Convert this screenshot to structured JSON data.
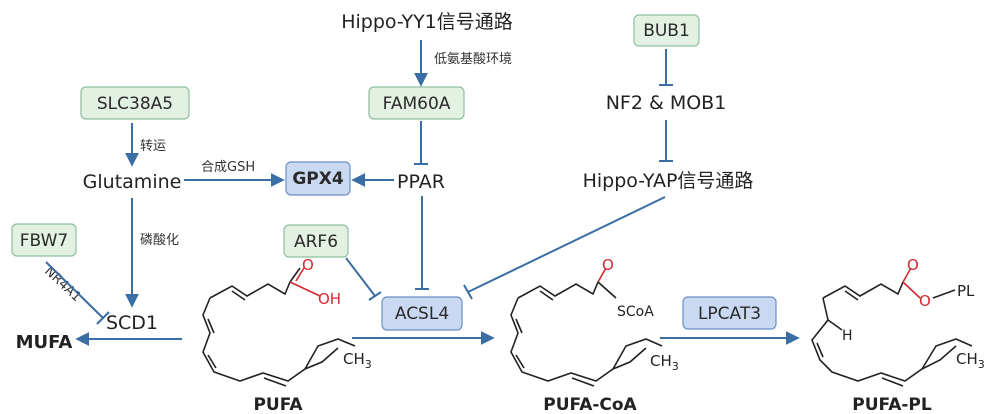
{
  "colors": {
    "arrow": "#3a6ea5",
    "green_box_fill": "#e3f1e3",
    "green_box_stroke": "#8fbf9f",
    "blue_box_fill": "#c9d9f2",
    "blue_box_stroke": "#6a8fc7",
    "oxygen_red": "#d4282f"
  },
  "nodes": {
    "hippo_yy1": "Hippo-YY1信号通路",
    "fam60a": "FAM60A",
    "slc38a5": "SLC38A5",
    "glutamine": "Glutamine",
    "gpx4": "GPX4",
    "pparlabel": "PPAR",
    "bub1": "BUB1",
    "nf2_mob1": "NF2 & MOB1",
    "hippo_yap": "Hippo-YAP信号通路",
    "fbw7": "FBW7",
    "arf6": "ARF6",
    "acsl4": "ACSL4",
    "scd1": "SCD1",
    "mufa": "MUFA",
    "lpcat3": "LPCAT3"
  },
  "edge_labels": {
    "low_amino_acid": "低氨基酸环境",
    "transport": "转运",
    "gsh_synthesis": "合成GSH",
    "phosphorylation": "磷酸化",
    "nr4a1": "NR4A1"
  },
  "molecules": {
    "pufa": {
      "name": "PUFA",
      "o": "O",
      "oh": "OH",
      "ch3": "CH",
      "ch3_sub": "3"
    },
    "pufa_coa": {
      "name": "PUFA-CoA",
      "o": "O",
      "scoa": "SCoA",
      "ch3": "CH",
      "ch3_sub": "3"
    },
    "pufa_pl": {
      "name": "PUFA-PL",
      "o1": "O",
      "o2": "O",
      "pl": "PL",
      "h": "H",
      "ch3": "CH",
      "ch3_sub": "3"
    }
  }
}
